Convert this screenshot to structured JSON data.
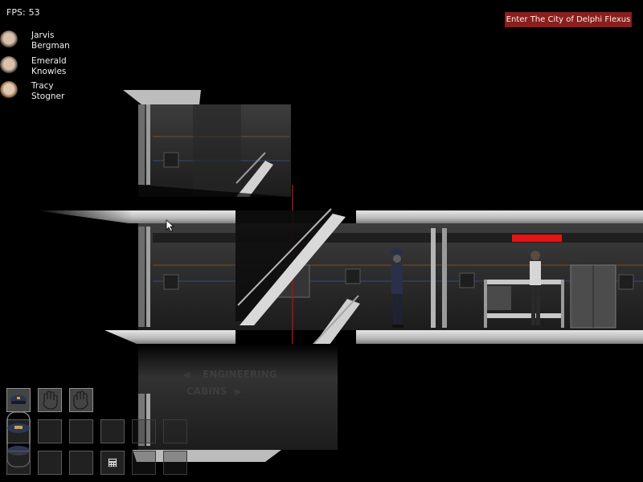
{
  "hud": {
    "fps_label": "FPS:",
    "fps_value": "53",
    "objective": "Enter The City of Delphi Flexus",
    "objective_color": "#8c1e1b"
  },
  "party": [
    {
      "first": "Jarvis",
      "last": "Bergman",
      "icon": "male-portrait-icon"
    },
    {
      "first": "Emerald",
      "last": "Knowles",
      "icon": "bald-portrait-icon"
    },
    {
      "first": "Tracy",
      "last": "Stogner",
      "icon": "female-portrait-icon"
    }
  ],
  "signs": {
    "line1": "ENGINEERING",
    "line2": "CABINS"
  },
  "npc_health": {
    "fraction": 1.0,
    "color": "#e31414"
  },
  "inventory": {
    "equipped": [
      "officer-cap-icon",
      "left-hand-icon",
      "right-hand-icon"
    ],
    "grid_icons": [
      "uniform-icon",
      "calculator-icon"
    ]
  }
}
